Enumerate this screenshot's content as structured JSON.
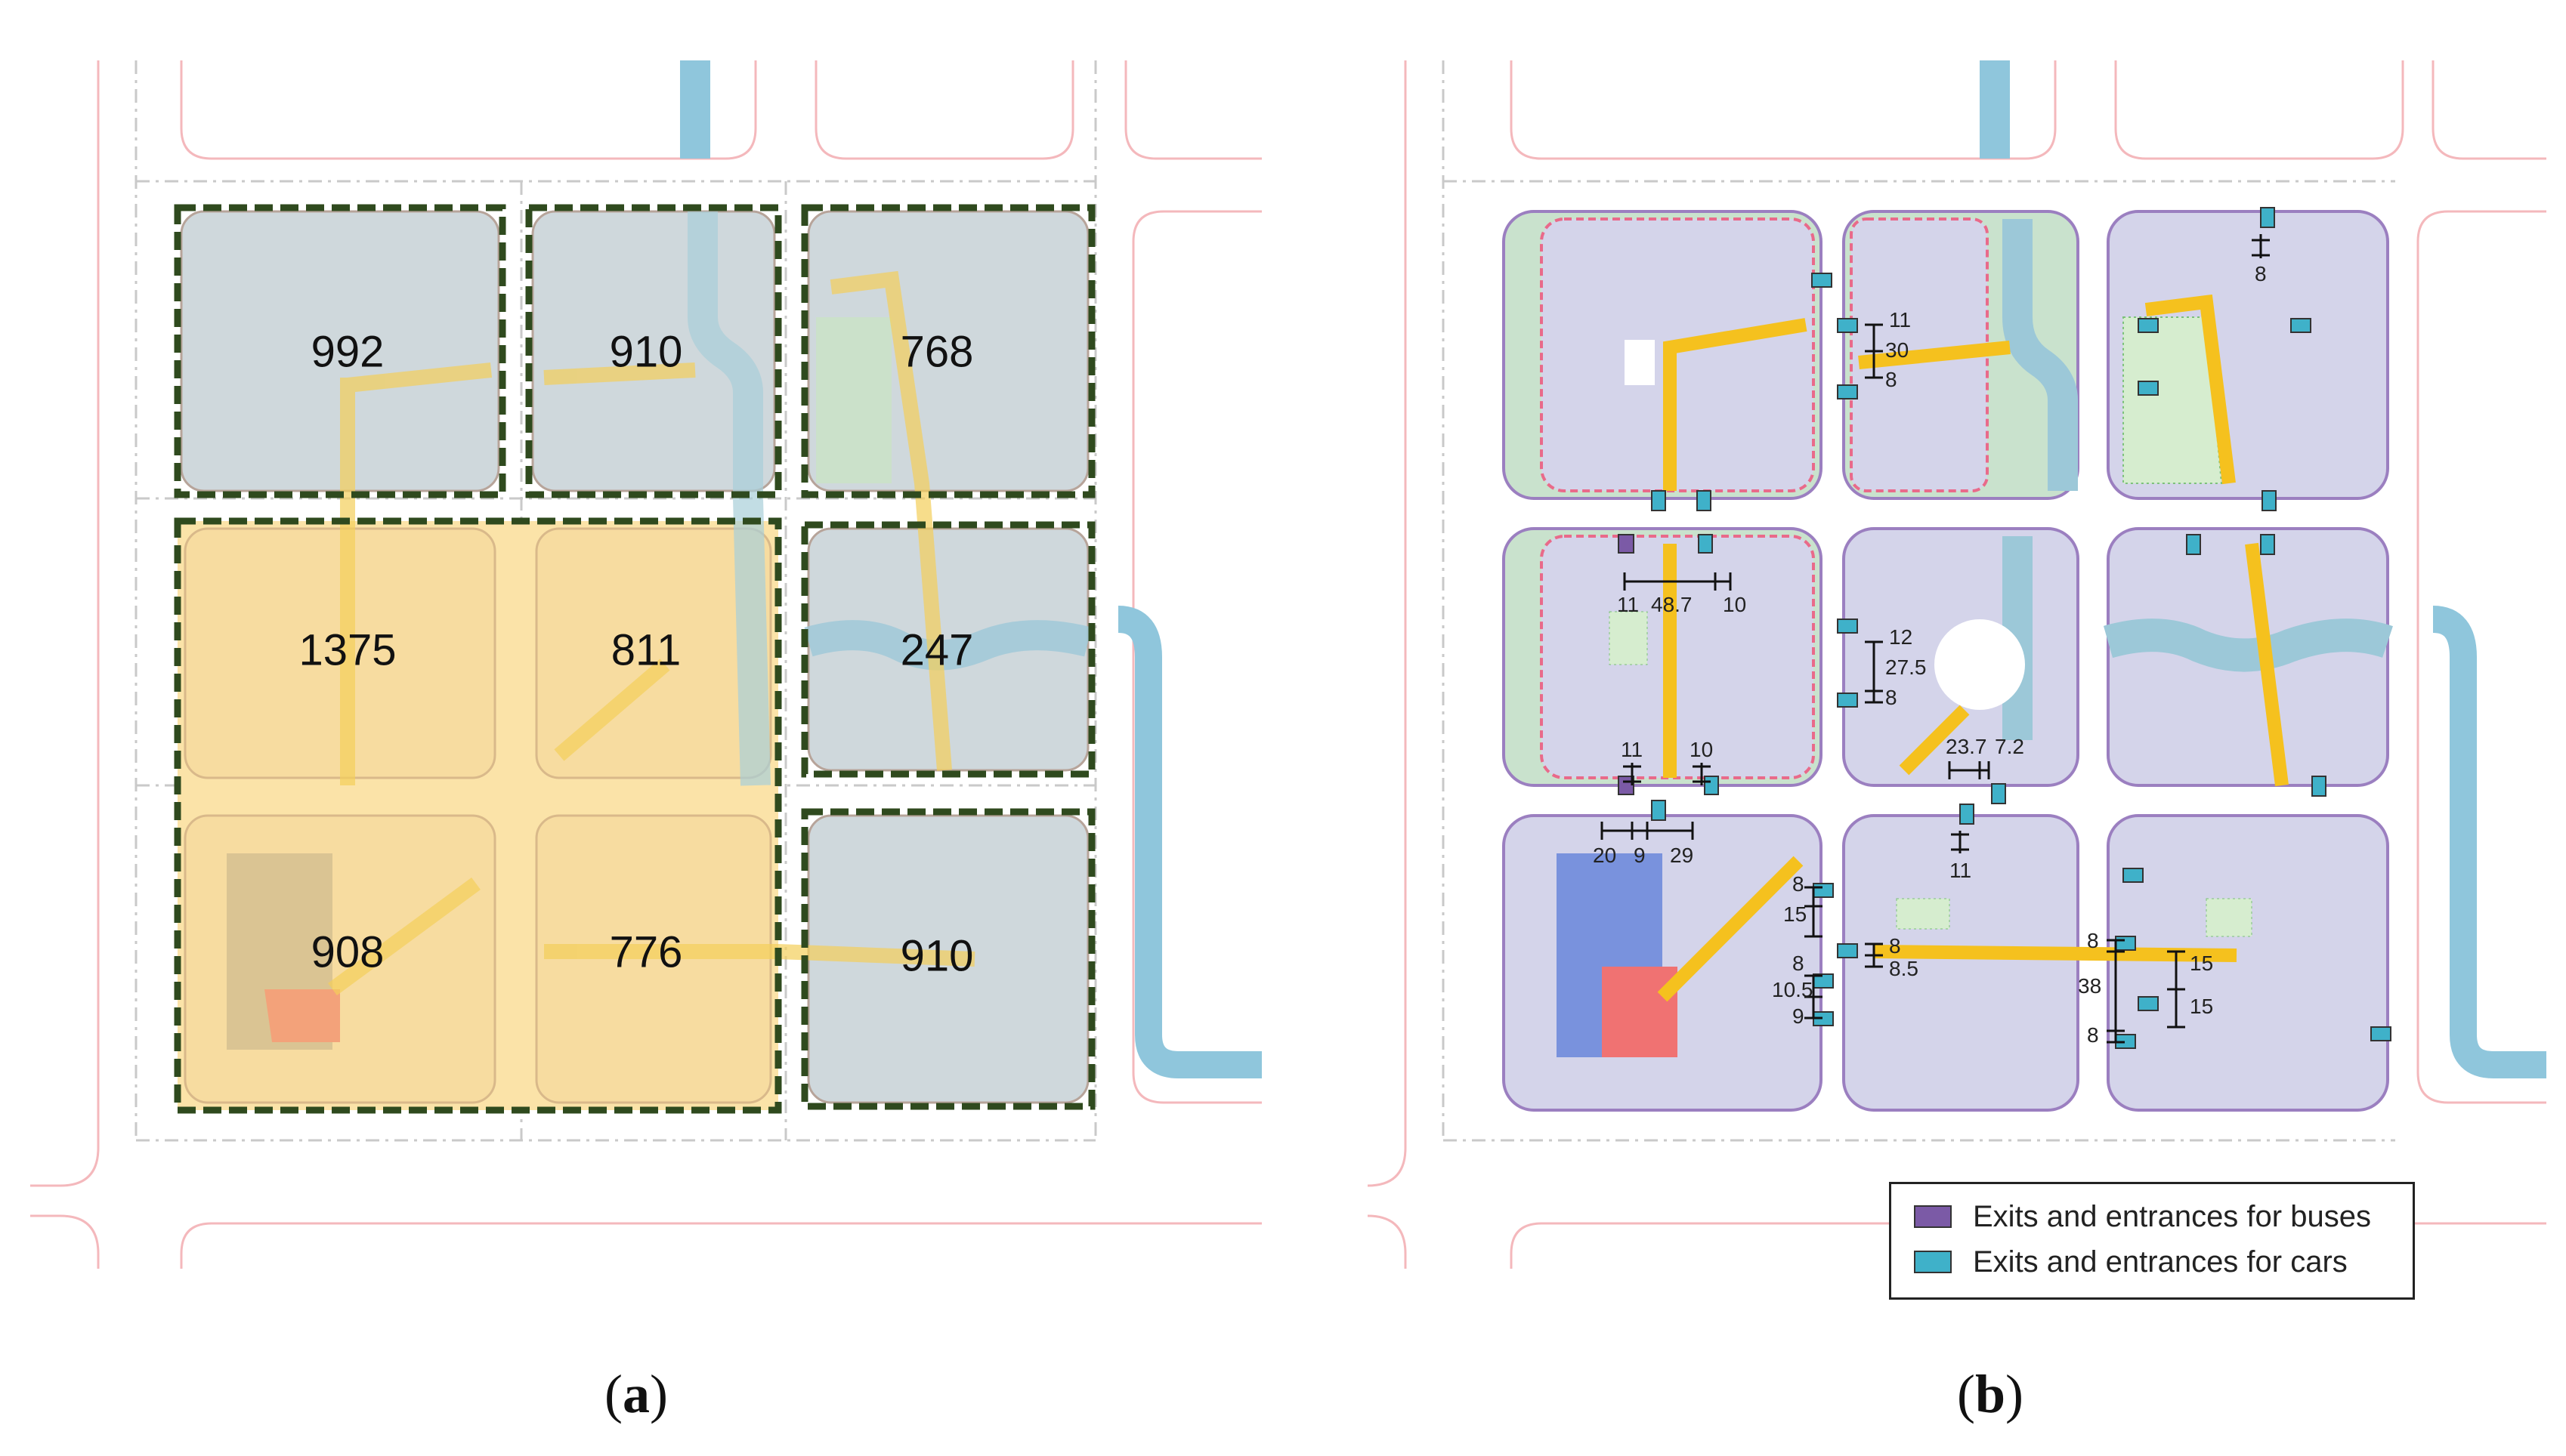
{
  "panel_a": {
    "blocks": [
      {
        "label": "992"
      },
      {
        "label": "910"
      },
      {
        "label": "768"
      },
      {
        "label": "1375"
      },
      {
        "label": "811"
      },
      {
        "label": "247"
      },
      {
        "label": "908"
      },
      {
        "label": "776"
      },
      {
        "label": "910"
      }
    ],
    "caption_letter": "a"
  },
  "panel_b": {
    "dimensions": {
      "b1": [
        "11",
        "30",
        "8"
      ],
      "b2": [
        "8"
      ],
      "b3": [
        "11",
        "48.7",
        "10",
        "11",
        "10"
      ],
      "b4": [
        "12",
        "27.5",
        "8",
        "23.7",
        "7.2"
      ],
      "b5": [
        "20",
        "9",
        "29",
        "8",
        "15",
        "8",
        "10.5",
        "9"
      ],
      "b6": [
        "11",
        "8",
        "8.5",
        "8",
        "38",
        "8"
      ],
      "b7": [
        "15",
        "15"
      ]
    },
    "caption_letter": "b"
  },
  "legend": {
    "items": [
      {
        "label": "Exits and entrances for buses",
        "color": "#7b5aa6"
      },
      {
        "label": "Exits and entrances for cars",
        "color": "#3fb1c9"
      }
    ]
  },
  "colors": {
    "block_fill": "#cfd8dc",
    "merged_fill": "#fbe3a8",
    "dash_border": "#2f4a1e",
    "road": "#f5c11e",
    "river": "#8fc6dc",
    "site_b": "#d4d4ea",
    "plaza_red": "#f07272",
    "bus_marker": "#7b5aa6",
    "car_marker": "#3fb1c9"
  }
}
